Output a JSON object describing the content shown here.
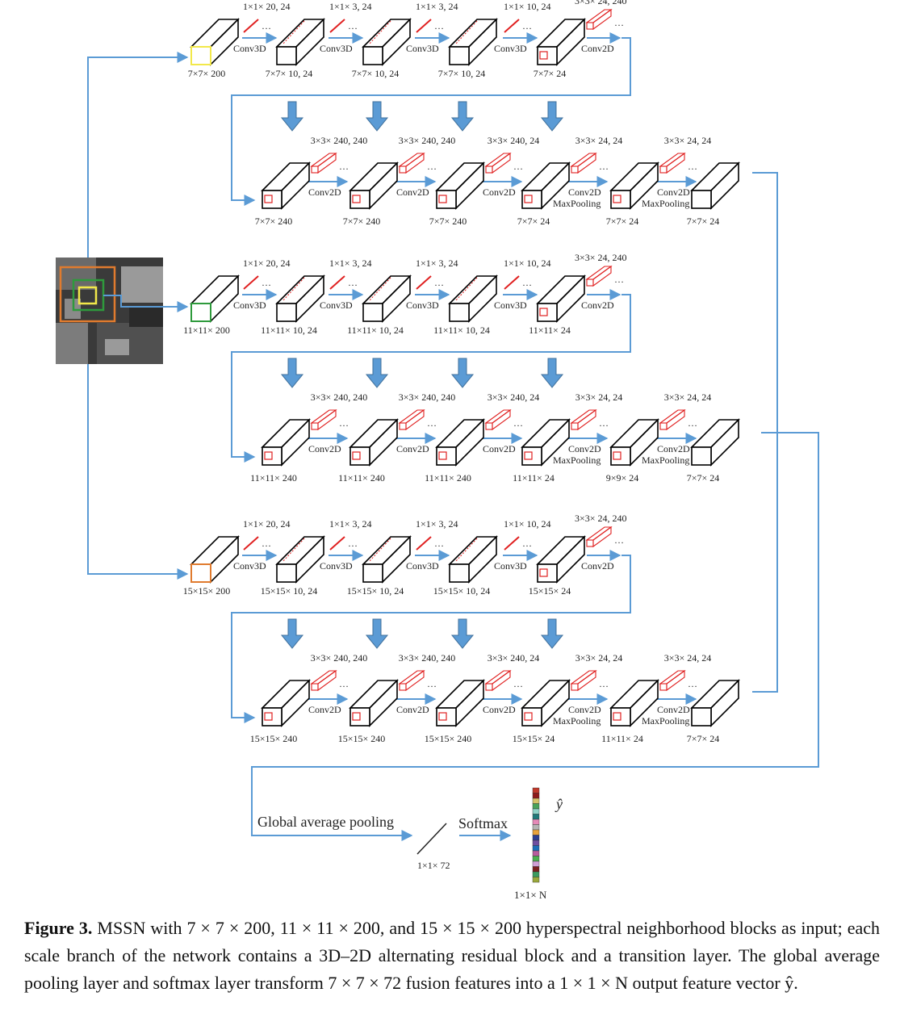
{
  "branches": [
    {
      "input_label": "7×7× 200",
      "box_color": "#f2e84a",
      "top_kernels": [
        "1×1× 20, 24",
        "1×1× 3, 24",
        "1×1× 3, 24",
        "1×1× 10, 24",
        "3×3× 24, 240"
      ],
      "top_ops": [
        "Conv3D",
        "Conv3D",
        "Conv3D",
        "Conv3D",
        "Conv2D"
      ],
      "top_sizes": [
        "7×7× 10, 24",
        "7×7× 10, 24",
        "7×7× 10, 24",
        "7×7× 24"
      ],
      "bot_kernels": [
        "3×3× 240, 240",
        "3×3× 240, 240",
        "3×3× 240, 24",
        "3×3× 24, 24",
        "3×3× 24, 24"
      ],
      "bot_ops": [
        "Conv2D",
        "Conv2D",
        "Conv2D",
        "Conv2D",
        "Conv2D"
      ],
      "bot_pool": [
        "",
        "",
        "",
        "MaxPooling",
        "MaxPooling"
      ],
      "bot_sizes": [
        "7×7× 240",
        "7×7× 240",
        "7×7× 240",
        "7×7× 24",
        "7×7× 24",
        "7×7× 24"
      ]
    },
    {
      "input_label": "11×11× 200",
      "box_color": "#2e9a3c",
      "top_kernels": [
        "1×1× 20, 24",
        "1×1× 3, 24",
        "1×1× 3, 24",
        "1×1× 10, 24",
        "3×3× 24, 240"
      ],
      "top_ops": [
        "Conv3D",
        "Conv3D",
        "Conv3D",
        "Conv3D",
        "Conv2D"
      ],
      "top_sizes": [
        "11×11× 10, 24",
        "11×11× 10, 24",
        "11×11× 10, 24",
        "11×11× 24"
      ],
      "bot_kernels": [
        "3×3× 240, 240",
        "3×3× 240, 240",
        "3×3× 240, 24",
        "3×3× 24, 24",
        "3×3× 24, 24"
      ],
      "bot_ops": [
        "Conv2D",
        "Conv2D",
        "Conv2D",
        "Conv2D",
        "Conv2D"
      ],
      "bot_pool": [
        "",
        "",
        "",
        "MaxPooling",
        "MaxPooling"
      ],
      "bot_sizes": [
        "11×11× 240",
        "11×11× 240",
        "11×11× 240",
        "11×11× 24",
        "9×9× 24",
        "7×7× 24"
      ]
    },
    {
      "input_label": "15×15× 200",
      "box_color": "#e07b2e",
      "top_kernels": [
        "1×1× 20, 24",
        "1×1× 3, 24",
        "1×1× 3, 24",
        "1×1× 10, 24",
        "3×3× 24, 240"
      ],
      "top_ops": [
        "Conv3D",
        "Conv3D",
        "Conv3D",
        "Conv3D",
        "Conv2D"
      ],
      "top_sizes": [
        "15×15× 10, 24",
        "15×15× 10, 24",
        "15×15× 10, 24",
        "15×15× 24"
      ],
      "bot_kernels": [
        "3×3× 240, 240",
        "3×3× 240, 240",
        "3×3× 240, 24",
        "3×3× 24, 24",
        "3×3× 24, 24"
      ],
      "bot_ops": [
        "Conv2D",
        "Conv2D",
        "Conv2D",
        "Conv2D",
        "Conv2D"
      ],
      "bot_pool": [
        "",
        "",
        "",
        "MaxPooling",
        "MaxPooling"
      ],
      "bot_sizes": [
        "15×15× 240",
        "15×15× 240",
        "15×15× 240",
        "15×15× 24",
        "11×11× 24",
        "7×7× 24"
      ]
    }
  ],
  "output": {
    "gap_label": "Global average pooling",
    "softmax_label": "Softmax",
    "fused_size": "1×1× 72",
    "y_hat": "ŷ",
    "output_size": "1×1× N",
    "vector_colors": [
      "#c0392b",
      "#8e1b1b",
      "#d4c36a",
      "#4aa35b",
      "#8fd3c7",
      "#1f7a7a",
      "#e58ab8",
      "#b5b5b5",
      "#e8a33c",
      "#2c3e91",
      "#6f4fa0",
      "#1e6fb8",
      "#b85c9e",
      "#4caf50",
      "#cfa0d6",
      "#7a1f1f",
      "#3c9b5f",
      "#9aa83a"
    ]
  },
  "colors": {
    "arrow": "#5b9bd5",
    "kernel": "#e02020",
    "block": "#000000",
    "connector": "#5b9bd5"
  },
  "caption": {
    "label": "Figure 3.",
    "text": " MSSN with 7 × 7 × 200, 11 × 11 × 200, and 15 × 15 × 200 hyperspectral neighborhood blocks as input; each scale branch of the network contains a 3D–2D alternating residual block and a transition layer. The global average pooling layer and softmax layer transform 7 × 7 × 72 fusion features into a 1 × 1 × N output feature vector ŷ."
  }
}
